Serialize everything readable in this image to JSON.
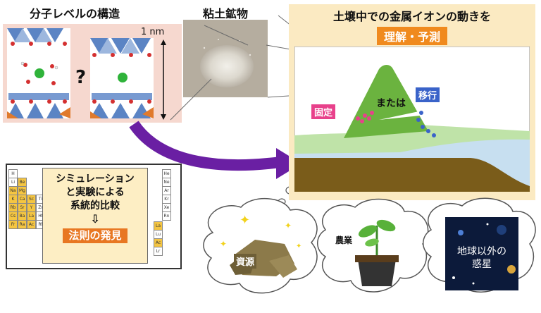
{
  "molecular": {
    "title": "分子レベルの構造",
    "scale_label": "1 nm",
    "unknown_mark": "?"
  },
  "clay": {
    "title": "粘土鉱物"
  },
  "soil": {
    "title": "土壌中での金属イオンの動きを",
    "subtitle": "理解・予測",
    "fixed_label": "固定",
    "or_label": "または",
    "move_label": "移行",
    "colors": {
      "fixed": "#e8418b",
      "move": "#3a63c9",
      "mountain": "#6bb33f",
      "water": "#c7dff0",
      "ground": "#7a5c1a"
    }
  },
  "simulation": {
    "line1": "シミュレーション",
    "line2": "と実験による",
    "line3": "系統的比較",
    "arrow": "⇩",
    "law": "法則の発見"
  },
  "applications": {
    "resources": "資源",
    "agriculture": "農業",
    "planets_line1": "地球以外の",
    "planets_line2": "惑星"
  },
  "periodic_table": {
    "left": [
      "H",
      "Li",
      "Na",
      "K",
      "Rb",
      "Cs",
      "Fr"
    ],
    "left2": [
      "Be",
      "Mg",
      "Ca",
      "Sr",
      "Ba",
      "Ra"
    ],
    "left3": [
      "Sc",
      "Y",
      "La",
      "Ac"
    ],
    "left4": [
      "Ti",
      "Zr",
      "Hf",
      "Rf"
    ],
    "right": [
      "He",
      "Ne",
      "Ar",
      "Kr",
      "Xe",
      "Rn"
    ],
    "bottom": [
      "La",
      "Lu",
      "Ac",
      "Lr"
    ]
  }
}
